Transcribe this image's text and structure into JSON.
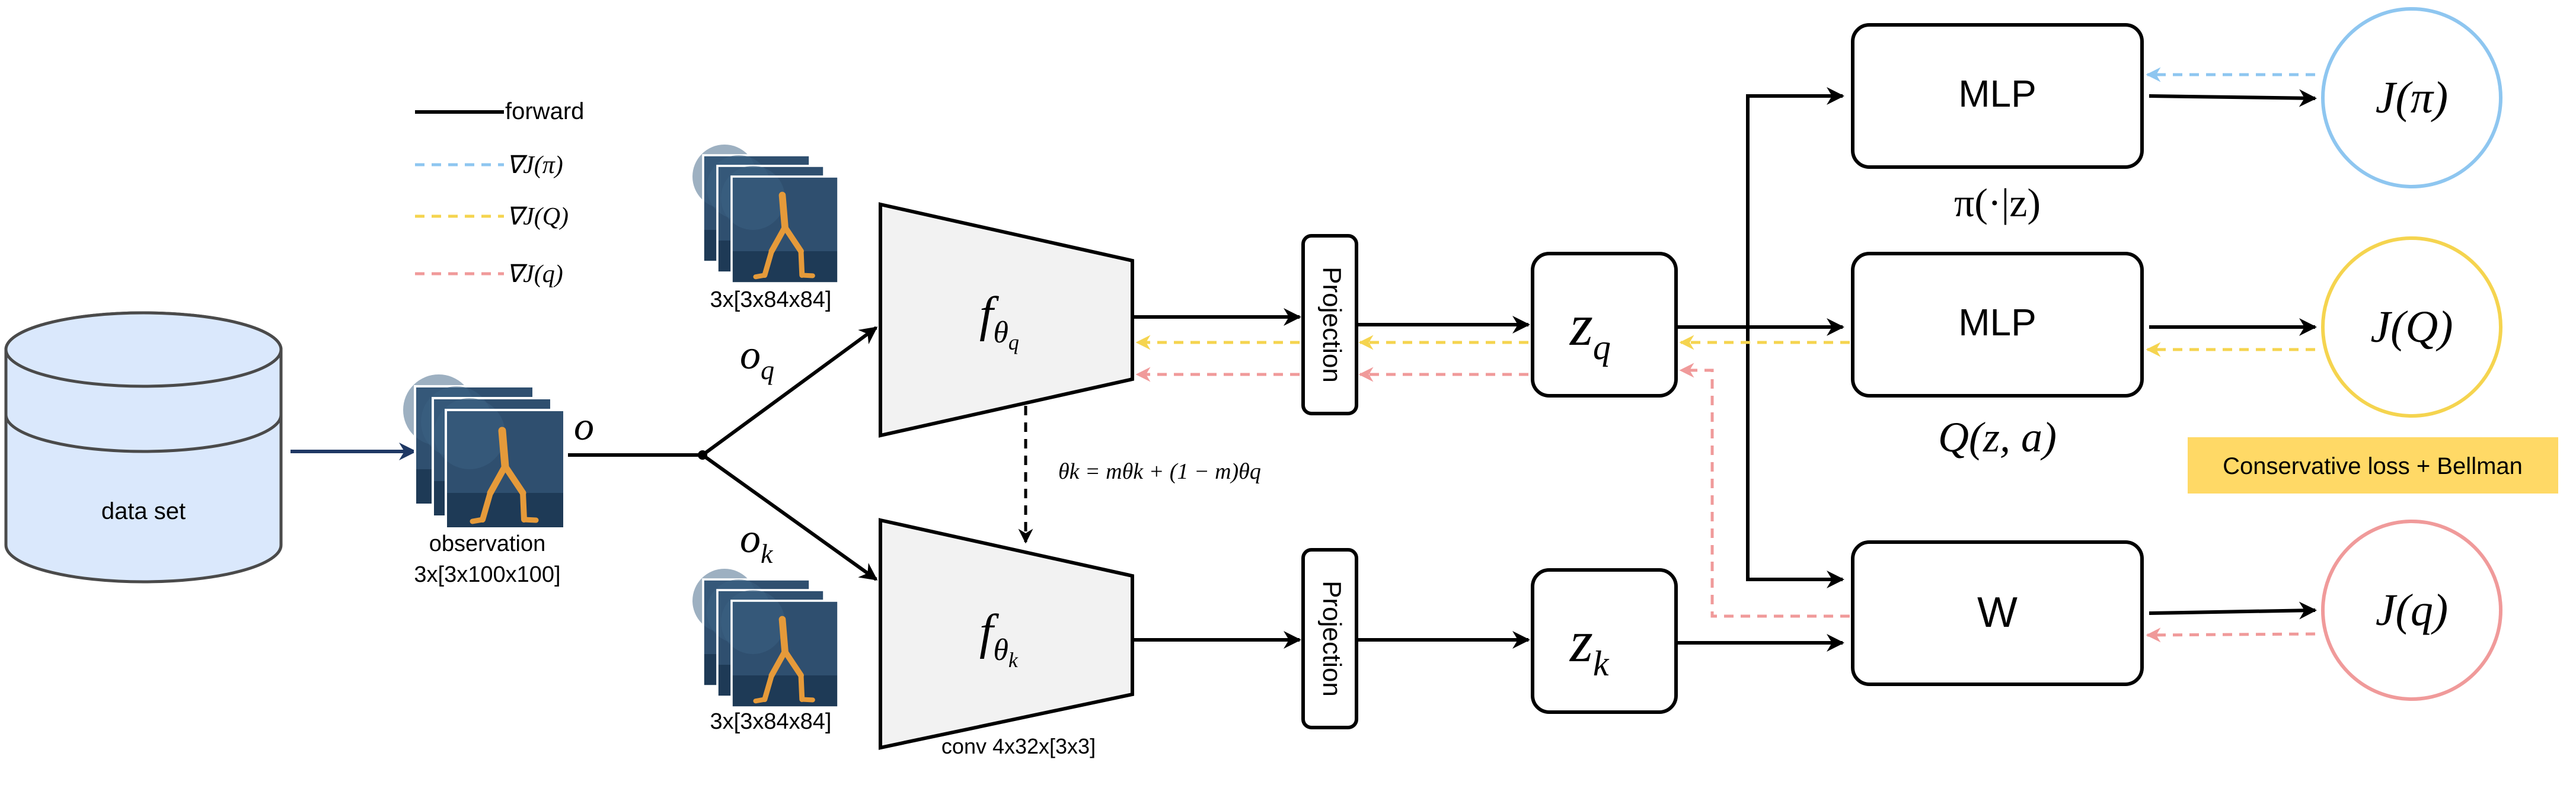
{
  "legend": {
    "forward": "forward",
    "grad_pi": "∇J(π)",
    "grad_Q": "∇J(Q)",
    "grad_q": "∇J(q)"
  },
  "dataset": {
    "label": "data set"
  },
  "observation": {
    "label": "observation",
    "shape": "3x[3x100x100]",
    "symbol": "o"
  },
  "branch_q": {
    "symbol": "o",
    "sub": "q",
    "shape": "3x[3x84x84]"
  },
  "branch_k": {
    "symbol": "o",
    "sub": "k",
    "shape": "3x[3x84x84]"
  },
  "encoder_q": {
    "f": "f",
    "theta": "θ",
    "sub": "q"
  },
  "encoder_k": {
    "f": "f",
    "theta": "θ",
    "sub": "k",
    "caption": "conv 4x32x[3x3]"
  },
  "momentum_update": "θk = mθk + (1 − m)θq",
  "projection_q": "Projection",
  "projection_k": "Projection",
  "latent_q": {
    "z": "z",
    "sub": "q"
  },
  "latent_k": {
    "z": "z",
    "sub": "k"
  },
  "heads": {
    "mlp_pi": {
      "label": "MLP",
      "caption": "π(·|z)"
    },
    "mlp_Q": {
      "label": "MLP",
      "caption": "Q(z, a)"
    },
    "w": {
      "label": "W"
    }
  },
  "objectives": {
    "J_pi": "J(π)",
    "J_Q": "J(Q)",
    "J_q": "J(q)"
  },
  "badge": "Conservative loss + Bellman",
  "colors": {
    "blue": "#8ec6f0",
    "yellow": "#f5d44f",
    "red": "#f09a9a",
    "navy": "#1f3864",
    "badge_bg": "#ffd966",
    "cylinder_fill": "#dae8fc",
    "cylinder_stroke": "#4a4a4a",
    "trapezoid_fill": "#f2f2f2"
  }
}
